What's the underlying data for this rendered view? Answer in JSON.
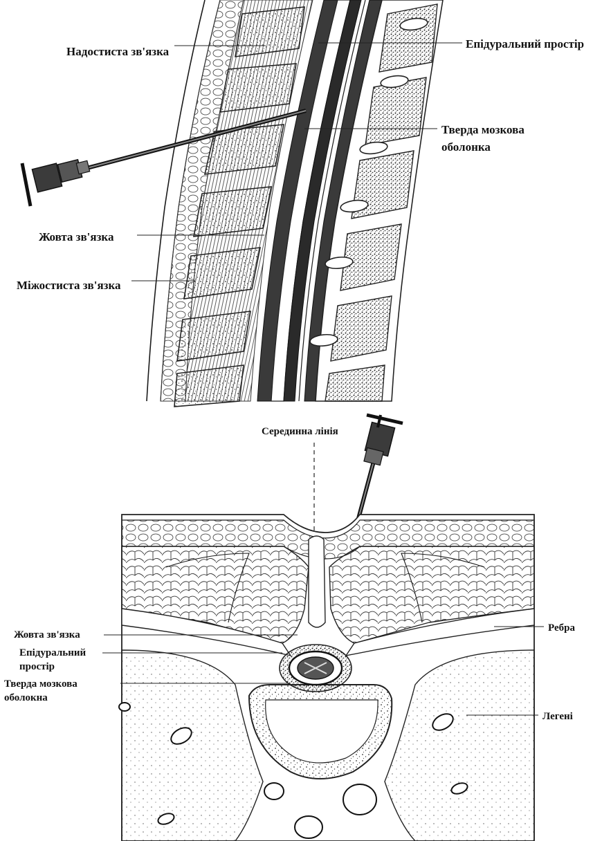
{
  "top_figure": {
    "labels": {
      "supraspinous": "Надостиста зв'язка",
      "epidural": "Епідуральний простір",
      "dura_line1": "Тверда мозкова",
      "dura_line2": "оболонка",
      "flavum": "Жовта зв'язка",
      "interspinous": "Міжостиста зв'язка"
    }
  },
  "bottom_figure": {
    "labels": {
      "midline": "Серединна лінія",
      "flavum": "Жовта зв'язка",
      "epidural_line1": "Епідуральний",
      "epidural_line2": "простір",
      "dura_line1": "Тверда мозкова",
      "dura_line2": "оболокна",
      "ribs": "Ребра",
      "lungs": "Легені"
    }
  }
}
